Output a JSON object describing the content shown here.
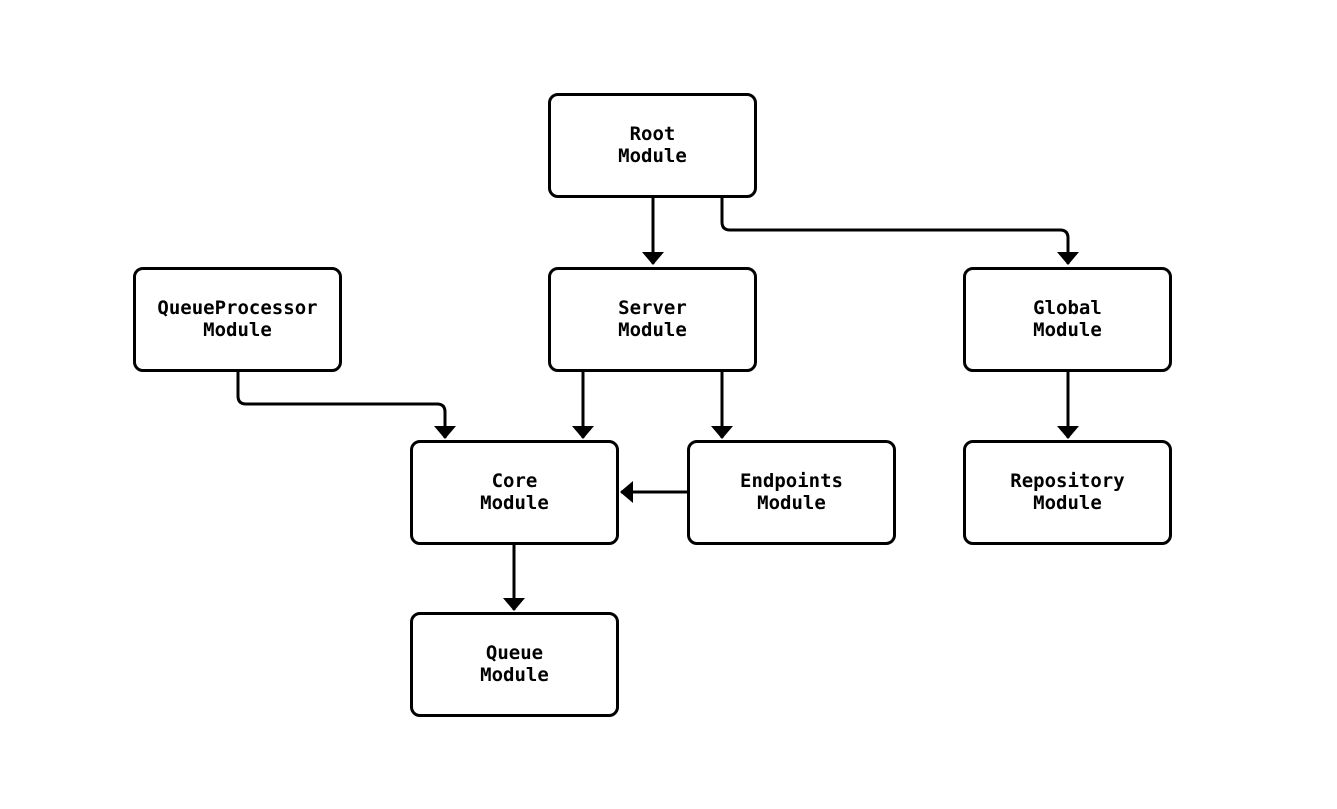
{
  "diagram": {
    "type": "module-dependency-flowchart",
    "colors": {
      "background": "#ffffff",
      "node_fill": "#ffffff",
      "node_border": "#000000",
      "edge": "#000000",
      "text": "#000000"
    },
    "nodes": [
      {
        "id": "root",
        "label": "Root\nModule"
      },
      {
        "id": "queueprocessor",
        "label": "QueueProcessor\nModule"
      },
      {
        "id": "server",
        "label": "Server\nModule"
      },
      {
        "id": "global",
        "label": "Global\nModule"
      },
      {
        "id": "core",
        "label": "Core\nModule"
      },
      {
        "id": "endpoints",
        "label": "Endpoints\nModule"
      },
      {
        "id": "repository",
        "label": "Repository\nModule"
      },
      {
        "id": "queue",
        "label": "Queue\nModule"
      }
    ],
    "edges": [
      {
        "from": "Root Module",
        "to": "Server Module"
      },
      {
        "from": "Root Module",
        "to": "Global Module"
      },
      {
        "from": "QueueProcessor Module",
        "to": "Core Module"
      },
      {
        "from": "Server Module",
        "to": "Core Module"
      },
      {
        "from": "Server Module",
        "to": "Endpoints Module"
      },
      {
        "from": "Endpoints Module",
        "to": "Core Module"
      },
      {
        "from": "Global Module",
        "to": "Repository Module"
      },
      {
        "from": "Core Module",
        "to": "Queue Module"
      }
    ]
  }
}
